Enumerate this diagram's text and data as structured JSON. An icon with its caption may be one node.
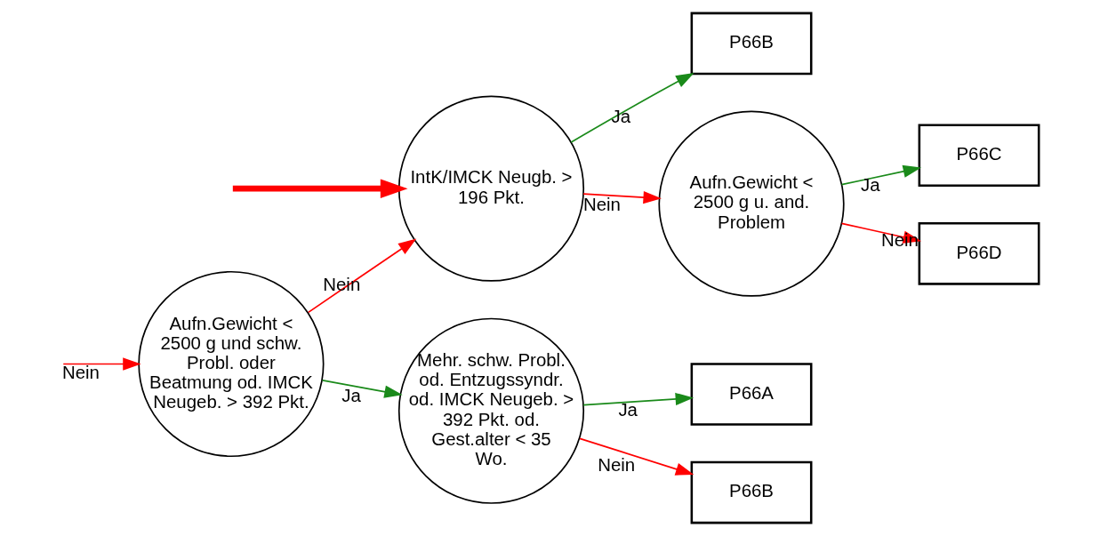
{
  "diagram": {
    "nodes": [
      {
        "text": [
          "Aufn.Gewicht < 2500 g und schw. Probl. oder Beatmung od. IMCK Neugeb. > 392 Pkt."
        ]
      },
      {
        "text": [
          "Mehr. schw. Probl. od. Entzugssyndr. od. IMCK Neugeb. > 392 Pkt. od. Gest.alter < 35 Wo."
        ]
      },
      {
        "text": [
          "P66A"
        ]
      },
      {
        "text": [
          "P66B"
        ]
      },
      {
        "text": [
          "IntK/IMCK Neugb. > 196 Pkt."
        ]
      },
      {
        "text": [
          "P66B"
        ]
      },
      {
        "text": [
          "Aufn.Gewicht < 2500 g u. and. Problem"
        ]
      },
      {
        "text": [
          "P66C"
        ]
      },
      {
        "text": [
          "P66D"
        ]
      }
    ],
    "edges": [
      {
        "from": null,
        "to": 0,
        "arrow": "to",
        "label": "Nein"
      },
      {
        "from": 0,
        "to": 1,
        "arrow": "to",
        "label": "Ja",
        "color": "#1a8a1a"
      },
      {
        "from": 0,
        "to": 4,
        "arrow": "to",
        "label": "Nein"
      },
      {
        "from": 1,
        "to": 2,
        "arrow": "to",
        "label": "Ja",
        "color": "#1a8a1a"
      },
      {
        "from": 1,
        "to": 3,
        "arrow": "to",
        "label": "Nein"
      },
      {
        "from": 4,
        "to": 5,
        "arrow": "to",
        "label": "Ja",
        "color": "#1a8a1a"
      },
      {
        "from": 4,
        "to": 6,
        "arrow": "to",
        "label": "Nein"
      },
      {
        "from": 6,
        "to": 7,
        "arrow": "to",
        "label": "Ja",
        "color": "#1a8a1a"
      },
      {
        "from": 6,
        "to": 8,
        "arrow": "to",
        "label": "Nein"
      },
      {
        "from": null,
        "to": 4,
        "arrow": "to",
        "style": "thick"
      }
    ]
  }
}
